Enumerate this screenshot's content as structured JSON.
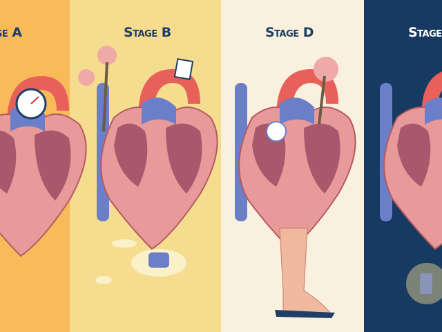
{
  "panels": [
    {
      "title": "se A",
      "background": "#f7bb5a",
      "title_color": "#1f3f66"
    },
    {
      "title": "Stage B",
      "background": "#f6dc8e",
      "title_color": "#1f3f66"
    },
    {
      "title": "Stage D",
      "background": "#f9f1de",
      "title_color": "#1f3f66"
    },
    {
      "title": "Stage",
      "background": "#173a63",
      "title_color": "#ffffff"
    }
  ],
  "colors": {
    "heart_muscle": "#e79a99",
    "heart_chamber": "#a8586d",
    "aorta": "#e8605a",
    "vein": "#6a7fc8"
  }
}
